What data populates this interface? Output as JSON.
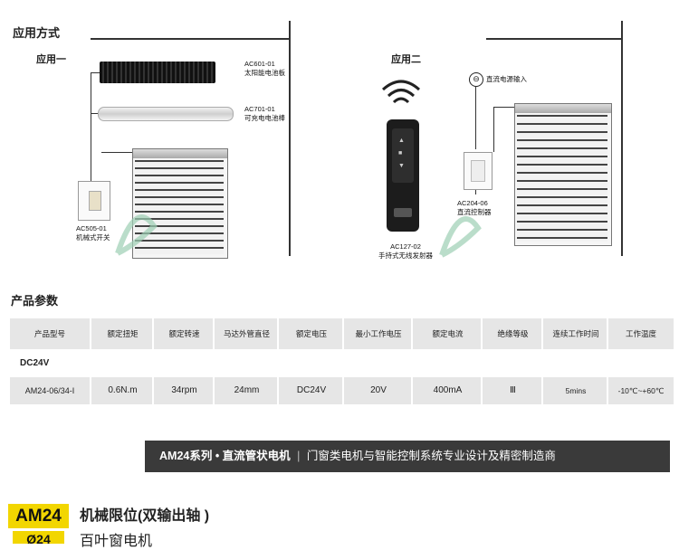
{
  "section1": {
    "title": "应用方式",
    "app1": {
      "label": "应用一",
      "solar_model": "AC601-01",
      "solar_name": "太阳能电池板",
      "battery_model": "AC701-01",
      "battery_name": "可充电电池棒",
      "switch_model": "AC505-01",
      "switch_name": "机械式开关"
    },
    "app2": {
      "label": "应用二",
      "power_label": "直流电源输入",
      "remote_model": "AC127-02",
      "remote_name": "手持式无线发射器",
      "receiver_model": "AC204-06",
      "receiver_name": "直流控制器"
    }
  },
  "section2": {
    "title": "产品参数",
    "headers": [
      "产品型号",
      "额定扭矩",
      "额定转速",
      "马达外管直径",
      "额定电压",
      "最小工作电压",
      "额定电流",
      "绝缘等级",
      "连续工作时间",
      "工作温度"
    ],
    "group": "DC24V",
    "row": [
      "AM24-06/34-I",
      "0.6N.m",
      "34rpm",
      "24mm",
      "DC24V",
      "20V",
      "400mA",
      "Ⅲ",
      "5mins",
      "-10℃~+60℃"
    ]
  },
  "banner": {
    "series": "AM24系列 • 直流管状电机",
    "divider": "|",
    "slogan": "门窗类电机与智能控制系统专业设计及精密制造商"
  },
  "product": {
    "badge": "AM24",
    "badge2": "Ø24",
    "title": "机械限位(双输出轴 )",
    "subtitle": "百叶窗电机"
  },
  "colors": {
    "accent_yellow": "#f2d600",
    "banner_dark": "#3a3a3a",
    "table_gray": "#e6e6e6",
    "watermark_green": "#9ccfb4"
  }
}
